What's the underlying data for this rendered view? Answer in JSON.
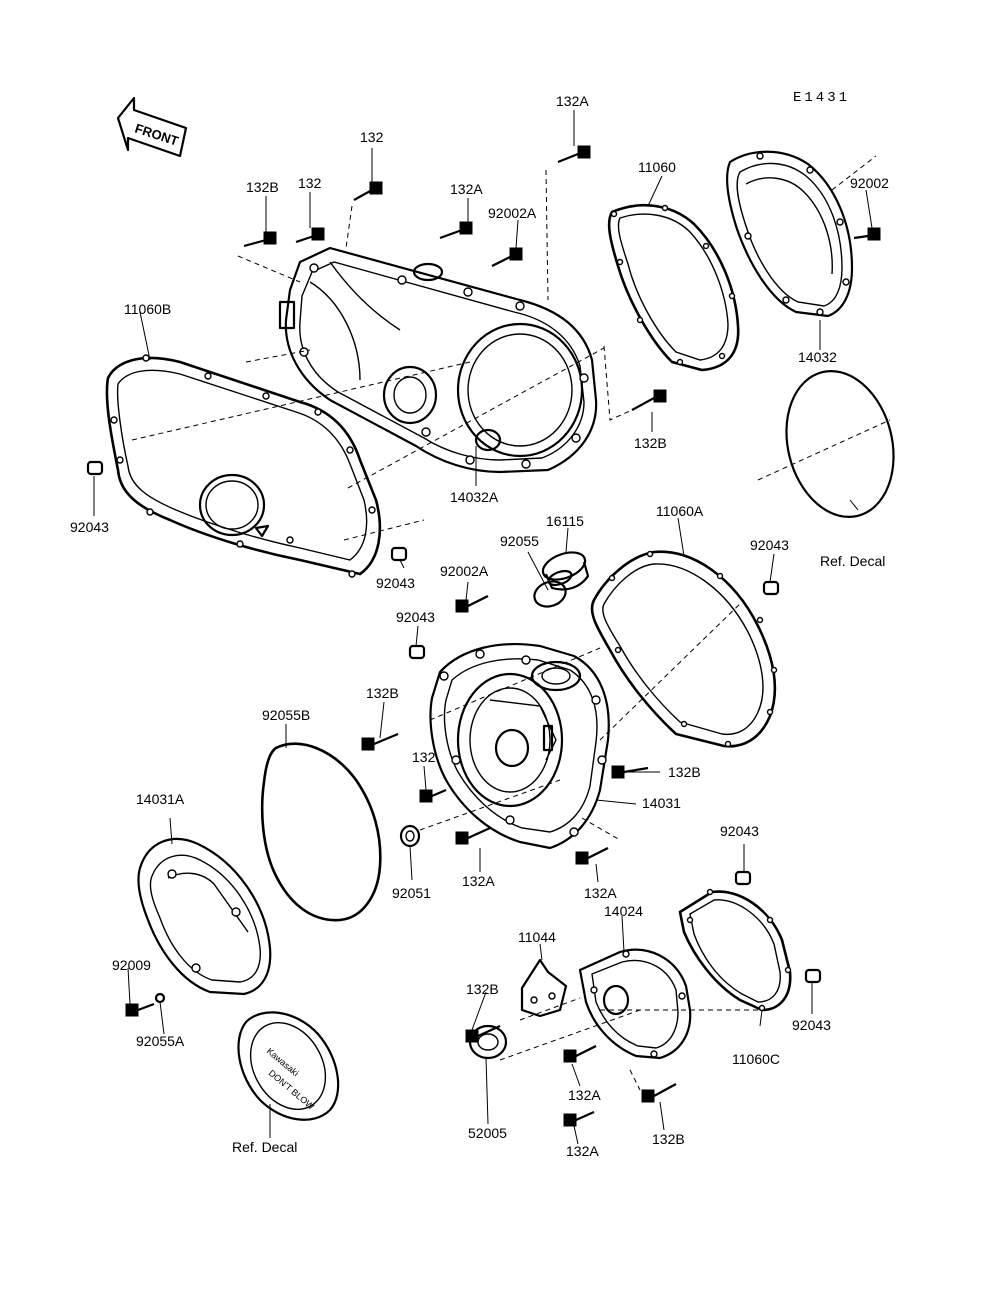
{
  "figure_code": "E1431",
  "front_arrow": "FRONT",
  "decal_text_top": "Kawasaki",
  "decal_text_bottom": "DON'T BLOW",
  "labels": [
    {
      "id": "132A-a",
      "text": "132A"
    },
    {
      "id": "132-a",
      "text": "132"
    },
    {
      "id": "132B-a",
      "text": "132B"
    },
    {
      "id": "132-b",
      "text": "132"
    },
    {
      "id": "132A-b",
      "text": "132A"
    },
    {
      "id": "92002A-a",
      "text": "92002A"
    },
    {
      "id": "11060",
      "text": "11060"
    },
    {
      "id": "92002",
      "text": "92002"
    },
    {
      "id": "11060B",
      "text": "11060B"
    },
    {
      "id": "14032",
      "text": "14032"
    },
    {
      "id": "132B-b",
      "text": "132B"
    },
    {
      "id": "14032A",
      "text": "14032A"
    },
    {
      "id": "92043-a",
      "text": "92043"
    },
    {
      "id": "92043-b",
      "text": "92043"
    },
    {
      "id": "16115",
      "text": "16115"
    },
    {
      "id": "11060A",
      "text": "11060A"
    },
    {
      "id": "92055",
      "text": "92055"
    },
    {
      "id": "92043-c",
      "text": "92043"
    },
    {
      "id": "ref-decal-a",
      "text": "Ref. Decal"
    },
    {
      "id": "92002A-b",
      "text": "92002A"
    },
    {
      "id": "92043-d",
      "text": "92043"
    },
    {
      "id": "132B-c",
      "text": "132B"
    },
    {
      "id": "92055B",
      "text": "92055B"
    },
    {
      "id": "132-c",
      "text": "132"
    },
    {
      "id": "132B-d",
      "text": "132B"
    },
    {
      "id": "14031",
      "text": "14031"
    },
    {
      "id": "14031A",
      "text": "14031A"
    },
    {
      "id": "92051",
      "text": "92051"
    },
    {
      "id": "132A-c",
      "text": "132A"
    },
    {
      "id": "132A-d",
      "text": "132A"
    },
    {
      "id": "92043-e",
      "text": "92043"
    },
    {
      "id": "14024",
      "text": "14024"
    },
    {
      "id": "11044",
      "text": "11044"
    },
    {
      "id": "92009",
      "text": "92009"
    },
    {
      "id": "132B-e",
      "text": "132B"
    },
    {
      "id": "92043-f",
      "text": "92043"
    },
    {
      "id": "92055A",
      "text": "92055A"
    },
    {
      "id": "11060C",
      "text": "11060C"
    },
    {
      "id": "132A-e",
      "text": "132A"
    },
    {
      "id": "52005",
      "text": "52005"
    },
    {
      "id": "132B-f",
      "text": "132B"
    },
    {
      "id": "132A-f",
      "text": "132A"
    },
    {
      "id": "ref-decal-b",
      "text": "Ref. Decal"
    }
  ]
}
